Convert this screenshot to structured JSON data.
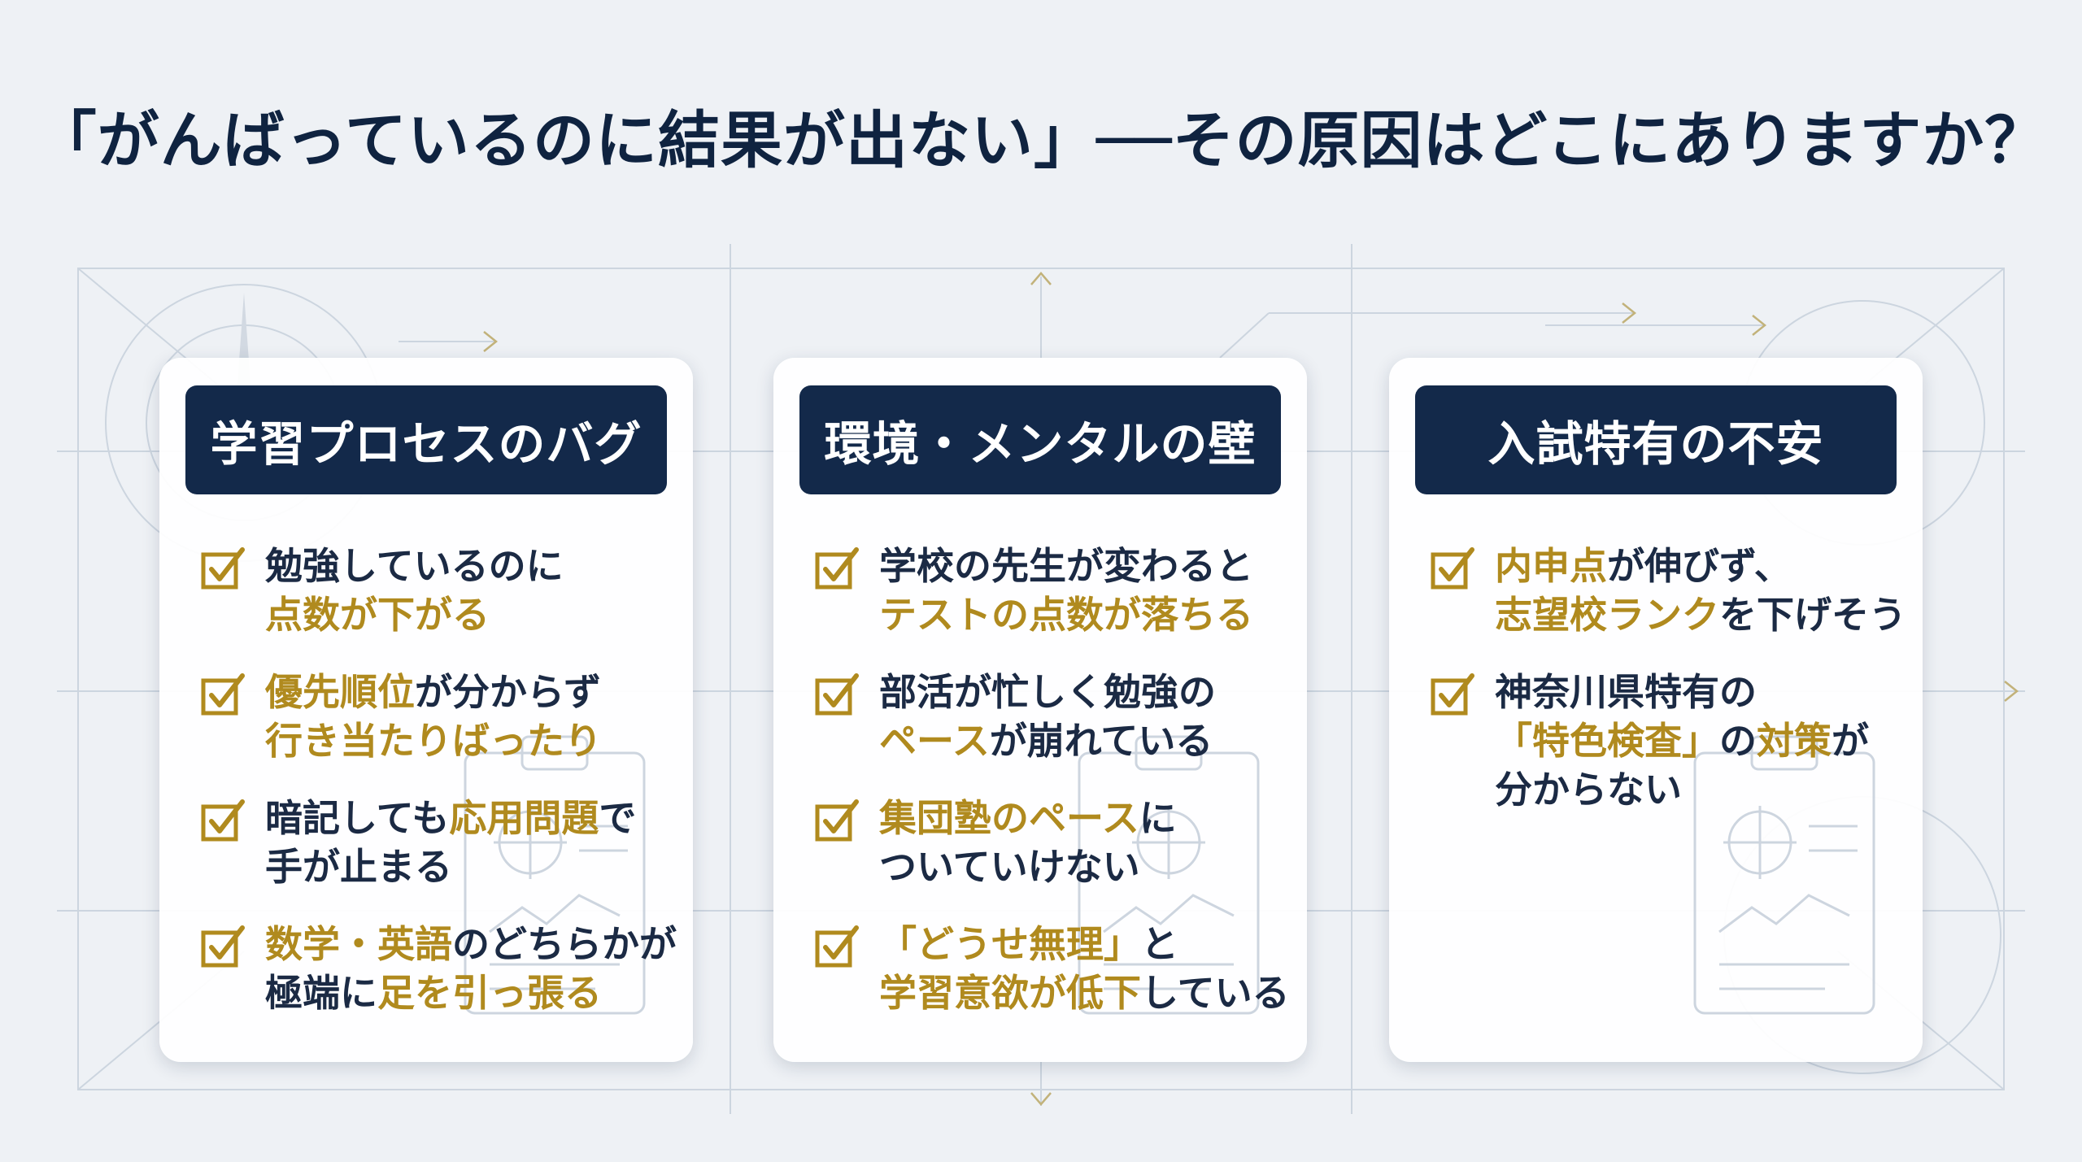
{
  "title": "「がんばっているのに結果が出ない」──その原因はどこにありますか？",
  "colors": {
    "navy": "#13294a",
    "gold": "#b08a1e",
    "background": "#eef1f5",
    "text": "#1b2a44"
  },
  "icons": {
    "check": "checkbox-check-icon",
    "deco": "clipboard-compass-illustration"
  },
  "cards": [
    {
      "heading": "学習プロセスのバグ",
      "items": [
        {
          "lines": [
            [
              {
                "t": "勉強しているのに"
              }
            ],
            [
              {
                "t": "点数が下がる",
                "hl": true
              }
            ]
          ]
        },
        {
          "lines": [
            [
              {
                "t": "優先順位",
                "hl": true
              },
              {
                "t": "が分からず"
              }
            ],
            [
              {
                "t": "行き当たりばったり",
                "hl": true
              }
            ]
          ]
        },
        {
          "lines": [
            [
              {
                "t": "暗記しても"
              },
              {
                "t": "応用問題",
                "hl": true
              },
              {
                "t": "で"
              }
            ],
            [
              {
                "t": "手が止まる"
              }
            ]
          ]
        },
        {
          "lines": [
            [
              {
                "t": "数学・英語",
                "hl": true
              },
              {
                "t": "のどちらかが"
              }
            ],
            [
              {
                "t": "極端に"
              },
              {
                "t": "足を引っ張る",
                "hl": true
              }
            ]
          ]
        }
      ]
    },
    {
      "heading": "環境・メンタルの壁",
      "items": [
        {
          "lines": [
            [
              {
                "t": "学校の先生が変わると"
              }
            ],
            [
              {
                "t": "テストの点数が落ちる",
                "hl": true
              }
            ]
          ]
        },
        {
          "lines": [
            [
              {
                "t": "部活が忙しく勉強の"
              }
            ],
            [
              {
                "t": "ペース",
                "hl": true
              },
              {
                "t": "が崩れている"
              }
            ]
          ]
        },
        {
          "lines": [
            [
              {
                "t": "集団塾のペース",
                "hl": true
              },
              {
                "t": "に"
              }
            ],
            [
              {
                "t": "ついていけない"
              }
            ]
          ]
        },
        {
          "lines": [
            [
              {
                "t": "「どうせ無理」",
                "hl": true
              },
              {
                "t": "と"
              }
            ],
            [
              {
                "t": "学習意欲が低下",
                "hl": true
              },
              {
                "t": "している"
              }
            ]
          ]
        }
      ]
    },
    {
      "heading": "入試特有の不安",
      "items": [
        {
          "lines": [
            [
              {
                "t": "内申点",
                "hl": true
              },
              {
                "t": "が伸びず、"
              }
            ],
            [
              {
                "t": "志望校ランク",
                "hl": true
              },
              {
                "t": "を下げそう"
              }
            ]
          ]
        },
        {
          "lines": [
            [
              {
                "t": "神奈川県特有の"
              }
            ],
            [
              {
                "t": "「特色検査」",
                "hl": true
              },
              {
                "t": "の"
              },
              {
                "t": "対策",
                "hl": true
              },
              {
                "t": "が"
              }
            ],
            [
              {
                "t": "分からない"
              }
            ]
          ]
        }
      ]
    }
  ]
}
